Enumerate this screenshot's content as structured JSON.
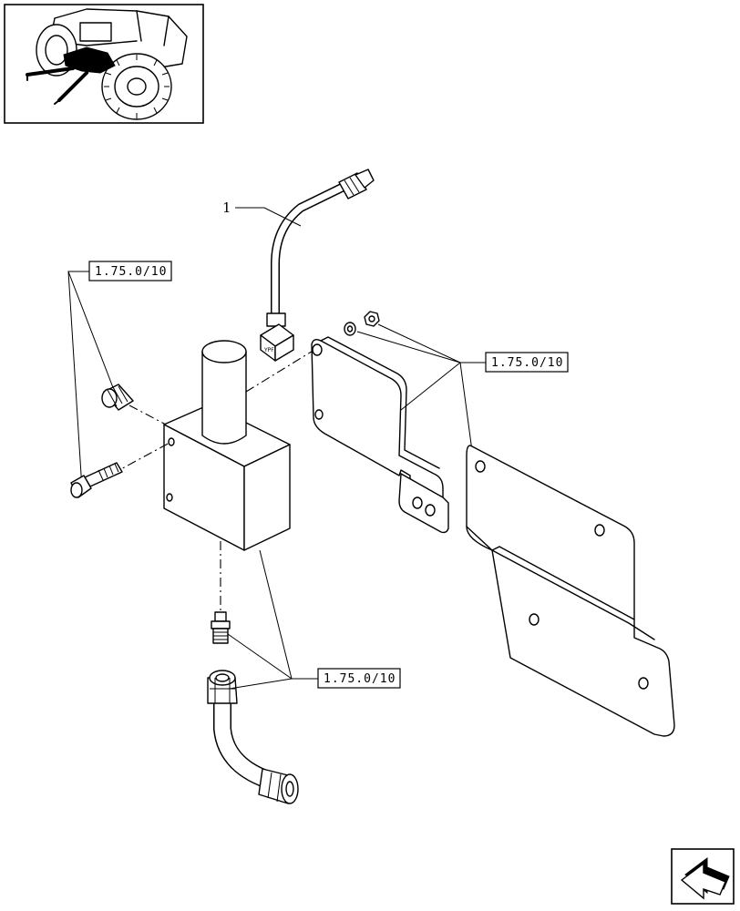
{
  "callouts": {
    "item_1": "1",
    "ref_left": "1.75.0/10",
    "ref_right": "1.75.0/10",
    "ref_bottom": "1.75.0/10"
  },
  "icons": {
    "thumbnail": "tractor-location-icon",
    "navigation": "next-page-arrow-icon"
  }
}
